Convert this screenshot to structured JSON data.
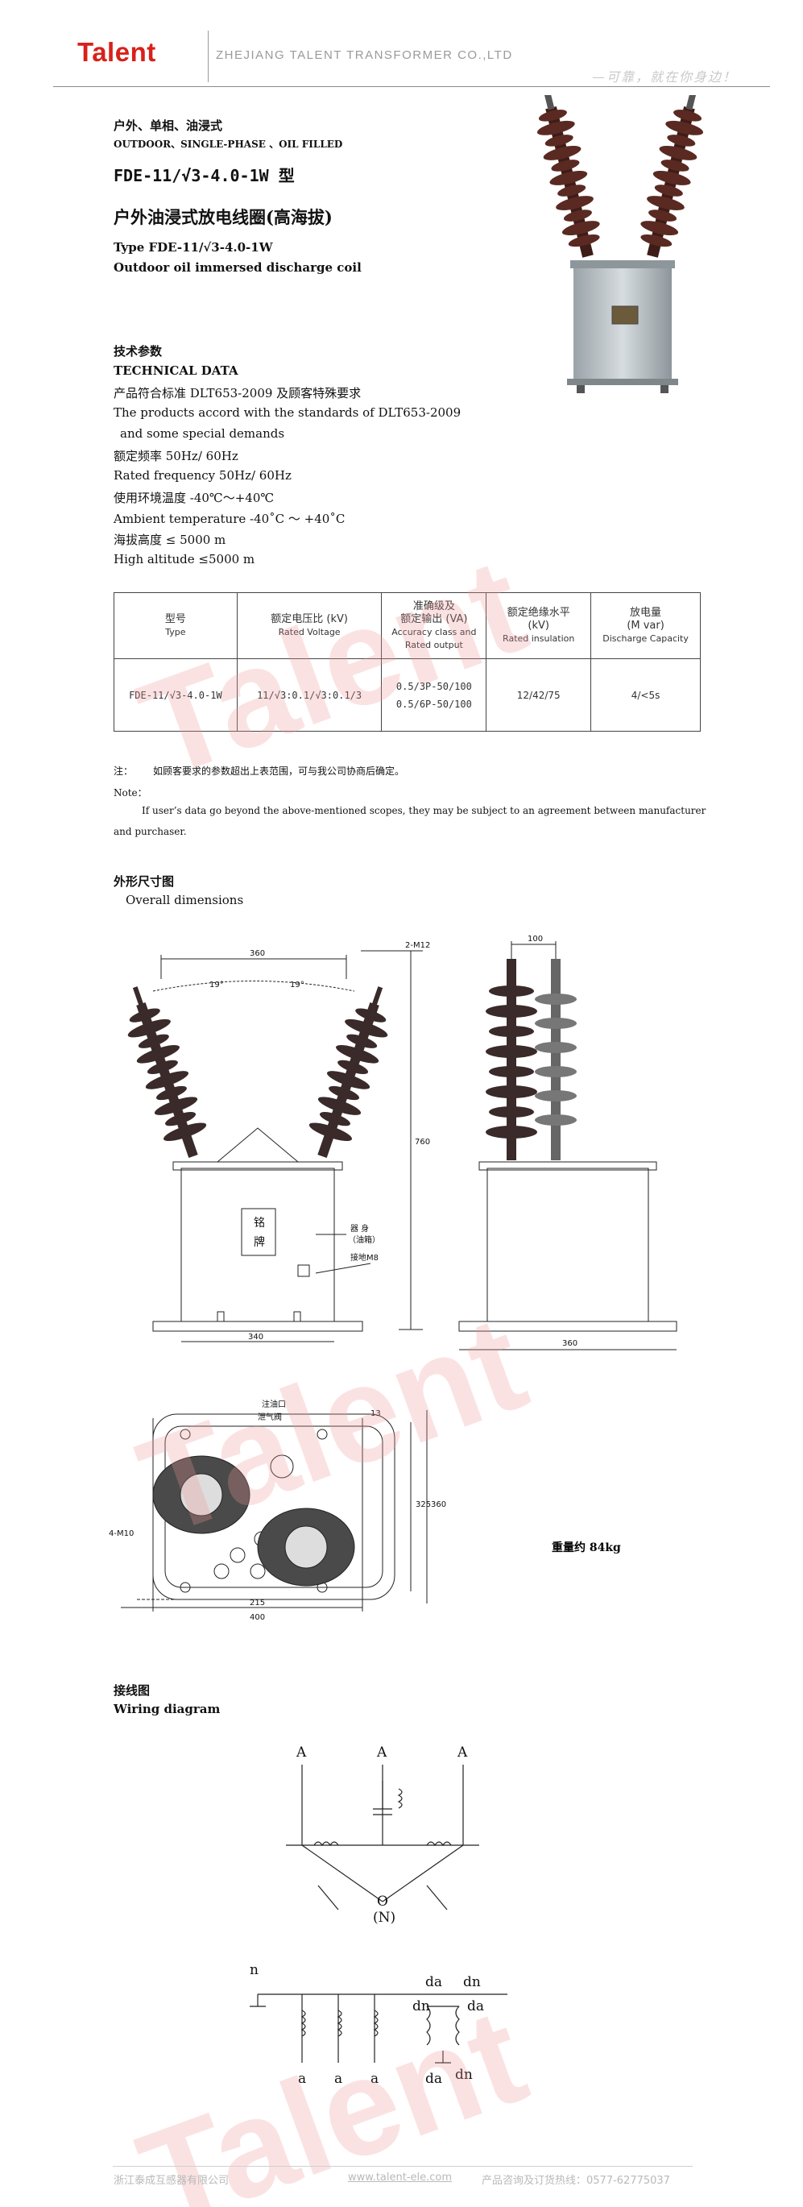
{
  "header": {
    "logo_text": "Talent",
    "company": "ZHEJIANG TALENT TRANSFORMER CO.,LTD",
    "slogan": "—可靠，就在你身边！"
  },
  "product": {
    "cn_subtitle": "户外、单相、油浸式",
    "en_subtitle": "OUTDOOR、SINGLE-PHASE 、OIL FILLED",
    "model_title": "FDE-11/√3-4.0-1W 型",
    "cn_name": "户外油浸式放电线圈(高海拔)",
    "type_line": "Type    FDE-11/√3-4.0-1W",
    "en_name": "Outdoor oil immersed discharge coil"
  },
  "technical": {
    "cn_heading": "技术参数",
    "en_heading": "TECHNICAL DATA",
    "lines": [
      "产品符合标准 DLT653-2009 及顾客特殊要求",
      "The products accord with the standards of DLT653-2009",
      "and some special demands",
      "额定频率 50Hz/ 60Hz",
      "Rated frequency    50Hz/ 60Hz",
      "使用环境温度 -40℃～+40℃",
      "Ambient temperature   -40˚C  ～  +40˚C",
      "海拔高度 ≤ 5000 m",
      "High altitude    ≤5000 m"
    ]
  },
  "spec_table": {
    "headers": [
      {
        "cn": "型号",
        "en": "Type"
      },
      {
        "cn": "额定电压比 (kV)",
        "en": "Rated Voltage"
      },
      {
        "cn": "准确级及",
        "cn2": "额定输出 (VA)",
        "en": "Accuracy class and",
        "en2": "Rated output"
      },
      {
        "cn": "额定绝缘水平",
        "cn2": "(kV)",
        "en": "Rated insulation"
      },
      {
        "cn": "放电量",
        "cn2": "(M var)",
        "en": "Discharge Capacity"
      }
    ],
    "row": {
      "type": "FDE-11/√3-4.0-1W",
      "voltage": "11/√3:0.1/√3:0.1/3",
      "accuracy_1": "0.5/3P-50/100",
      "accuracy_2": "0.5/6P-50/100",
      "insulation": "12/42/75",
      "discharge": "4/<5s"
    }
  },
  "note": {
    "cn_label": "注：",
    "cn_text": "如顾客要求的参数超出上表范围，可与我公司协商后确定。",
    "en_label": "Note：",
    "en_text_1": "If user’s data go beyond the above-mentioned scopes, they may be subject to an agreement between manufacturer",
    "en_text_2": "and purchaser."
  },
  "dimensions": {
    "cn_heading": "外形尺寸图",
    "en_heading": "Overall dimensions",
    "labels": {
      "d360_top": "360",
      "m12": "2-M12",
      "ang1": "19°",
      "ang2": "19°",
      "d760": "760",
      "plate": "铭",
      "plate2": "牌",
      "body": "器  身",
      "body2": "（油箱）",
      "ground": "接地M8",
      "d340": "340",
      "d100": "100",
      "d360_side": "360",
      "oil_in": "注油口",
      "vent": "泄气阀",
      "d13": "13",
      "m10": "4-M10",
      "d325": "325",
      "d360_plan": "360",
      "d215": "215",
      "d400": "400"
    },
    "weight": "重量约 84kg"
  },
  "wiring": {
    "cn_heading": "接线图",
    "en_heading": "Wiring diagram",
    "labels": {
      "A1": "A",
      "A2": "A",
      "A3": "A",
      "O": "O",
      "N": "(N)",
      "n": "n",
      "a1": "a",
      "a2": "a",
      "a3": "a",
      "da1": "da",
      "dn1": "dn",
      "dn2": "dn",
      "da2": "da",
      "da3": "da",
      "dn3": "dn"
    }
  },
  "watermark": "Talent",
  "footer": {
    "company": "浙江泰成互感器有限公司",
    "website": "www.talent-ele.com",
    "hotline": "产品咨询及订货热线：0577-62775037"
  },
  "colors": {
    "brand_red": "#d8211b",
    "insulator_brown": "#5a2a22",
    "tank_grey": "#b9c2c6"
  }
}
